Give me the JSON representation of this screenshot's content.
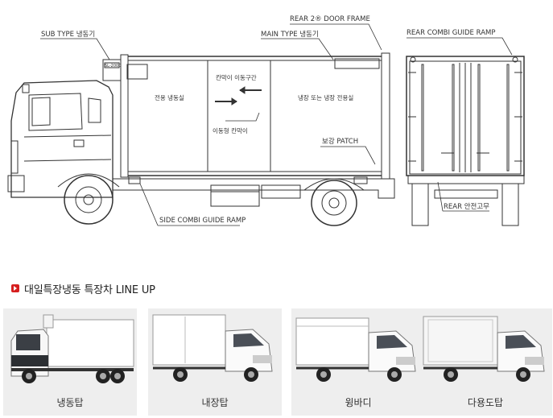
{
  "diagram": {
    "labels": {
      "sub_type": "SUB TYPE 냉동기",
      "rear_door_frame": "REAR 2® DOOR FRAME",
      "main_type": "MAIN TYPE 냉동기",
      "rear_combi_guide_ramp": "REAR COMBI GUIDE RAMP",
      "dedicated_freezer": "전용 냉동실",
      "partition_move_zone": "칸막이 이동구간",
      "chiller_or_storage": "냉장 또는 냉장 전용실",
      "movable_partition": "이동형 칸막이",
      "reinforce_patch": "보강 PATCH",
      "side_combi_guide_ramp": "SIDE COMBI GUIDE RAMP",
      "rear_safety_rubber": "REAR 안전고무",
      "unit_logo": "SL-2000"
    }
  },
  "lineup": {
    "title": "대일특장냉동 특장차 LINE UP",
    "items": [
      {
        "name": "냉동탑",
        "icon": "refrigerated-truck-icon"
      },
      {
        "name": "내장탑",
        "icon": "insulated-truck-icon"
      },
      {
        "name": "윙바디",
        "icon": "wing-body-truck-icon"
      },
      {
        "name": "다용도탑",
        "icon": "multi-purpose-truck-icon"
      }
    ]
  },
  "colors": {
    "accent": "#d61f1f",
    "card_bg": "#eeeeee",
    "line": "#333333"
  }
}
